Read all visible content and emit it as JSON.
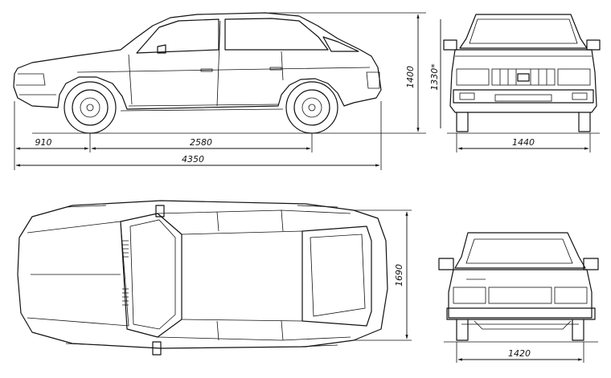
{
  "dimensions": {
    "front_overhang": "910",
    "wheelbase": "2580",
    "overall_length": "4350",
    "height": "1400",
    "height_alt": "1330*",
    "front_track": "1440",
    "width": "1690",
    "rear_track": "1420"
  },
  "views": [
    "side-view",
    "front-view",
    "top-view",
    "rear-view"
  ]
}
